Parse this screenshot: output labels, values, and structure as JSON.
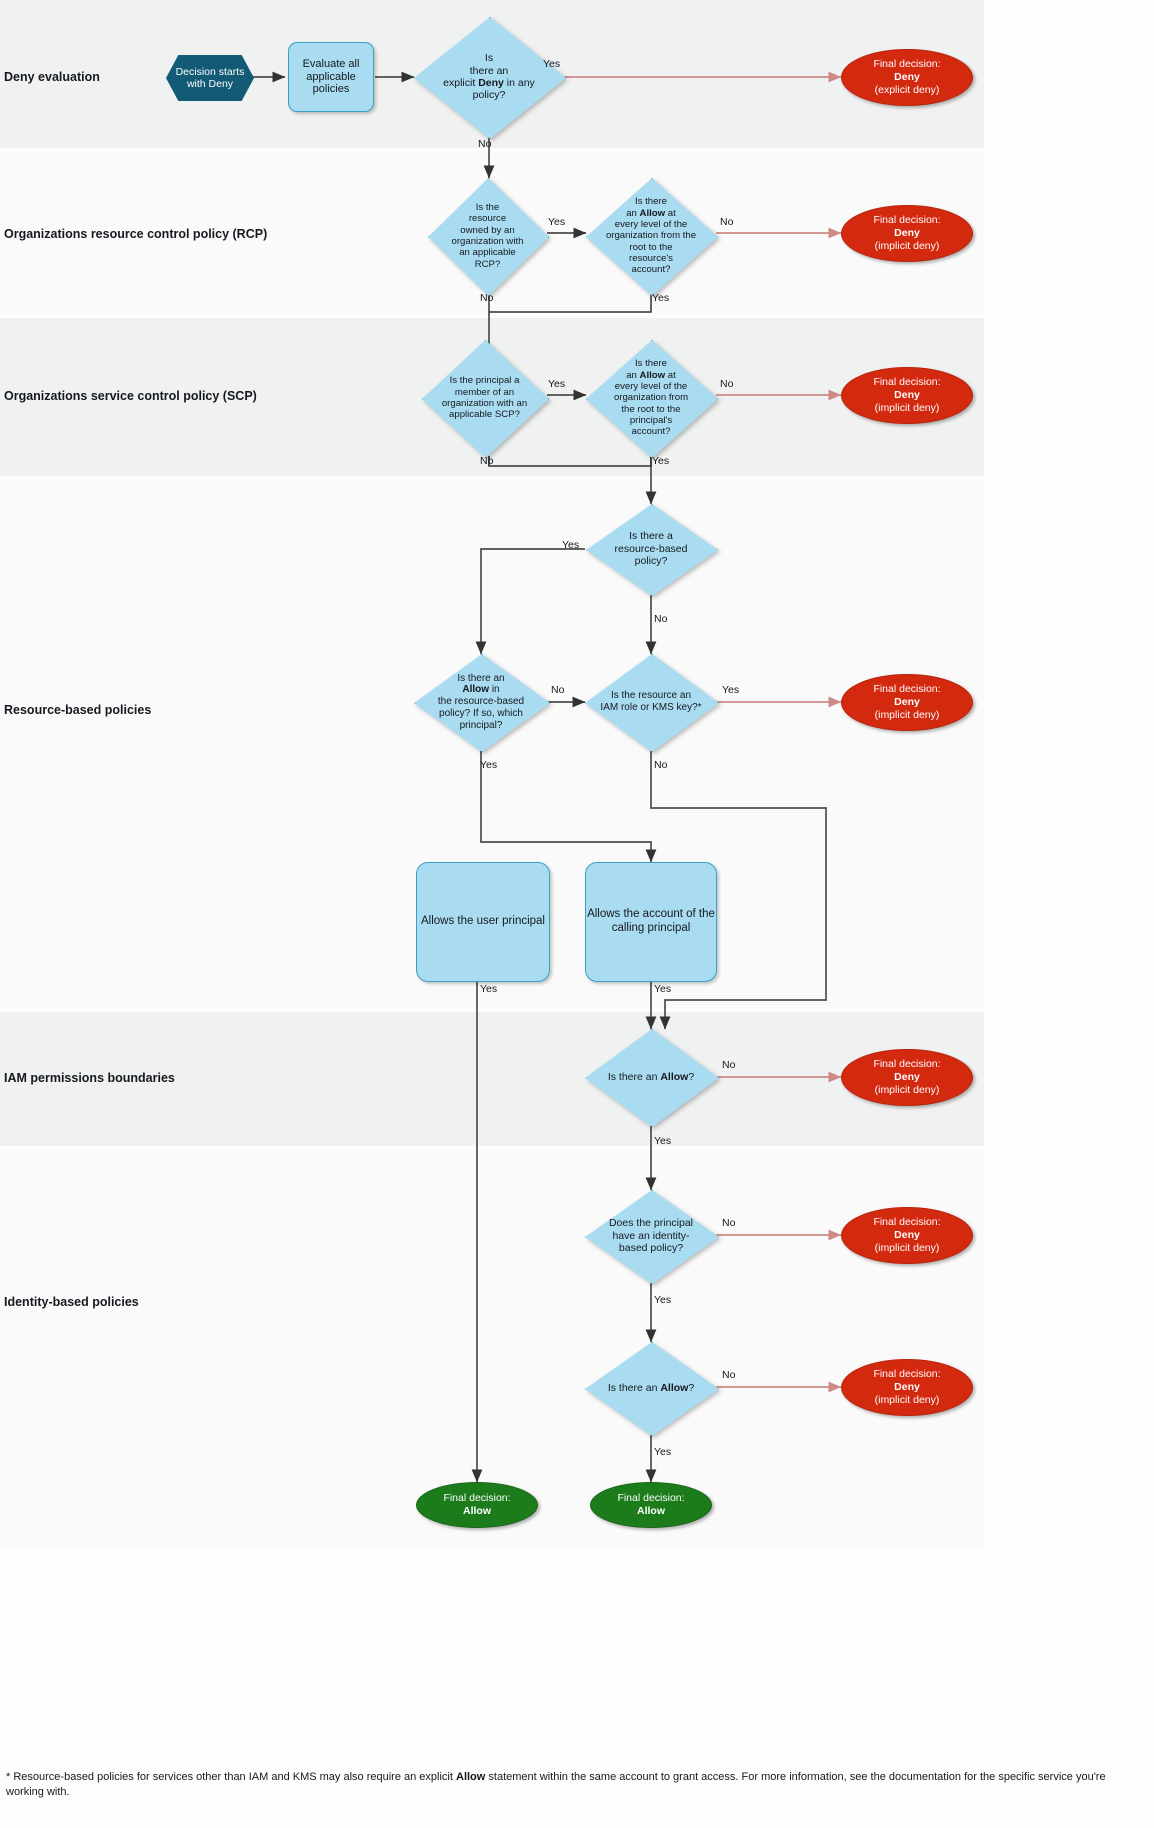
{
  "diagram": {
    "title": "AWS IAM policy evaluation logic flowchart",
    "colors": {
      "decision_fill": "#a9dcf0",
      "decision_stroke": "#3d9ec4",
      "start_fill": "#125a75",
      "deny_fill": "#d3290f",
      "allow_fill": "#1c7c1c",
      "band_grey": "#f0f1f1",
      "band_white": "#fafafa",
      "deny_edge": "#cc8b86",
      "edge": "#4d4d4d"
    },
    "lanes": [
      {
        "id": "deny-evaluation",
        "label": "Deny evaluation"
      },
      {
        "id": "rcp",
        "label": "Organizations resource control policy (RCP)"
      },
      {
        "id": "scp",
        "label": "Organizations service control policy (SCP)"
      },
      {
        "id": "resource-based",
        "label": "Resource-based policies"
      },
      {
        "id": "permissions-boundaries",
        "label": "IAM permissions boundaries"
      },
      {
        "id": "identity-based",
        "label": "Identity-based policies"
      }
    ],
    "nodes": {
      "start": {
        "line1": "Decision starts",
        "line2": "with Deny"
      },
      "evaluate": {
        "line1": "Evaluate all",
        "line2": "applicable",
        "line3": "policies"
      },
      "explicit_deny": {
        "l1": "Is",
        "l2": "there an",
        "l3a": "explicit ",
        "l3b": "Deny",
        "l3c": " in any",
        "l4": "policy?"
      },
      "rcp_owned": {
        "l1": "Is the",
        "l2": "resource",
        "l3": "owned by an",
        "l4": "organization with",
        "l5": "an applicable",
        "l6": "RCP?"
      },
      "rcp_allow": {
        "l1": "Is there",
        "l2a": "an ",
        "l2b": "Allow",
        "l2c": " at",
        "l3": "every level of the",
        "l4": "organization from the",
        "l5": "root to the",
        "l6": "resource's",
        "l7": "account?"
      },
      "scp_member": {
        "l1": "Is the principal a",
        "l2": "member of an",
        "l3": "organization with an",
        "l4": "applicable SCP?"
      },
      "scp_allow": {
        "l1": "Is there",
        "l2a": "an ",
        "l2b": "Allow",
        "l2c": " at",
        "l3": "every level of the",
        "l4": "organization from",
        "l5": "the root to the",
        "l6": "principal's",
        "l7": "account?"
      },
      "rbp_exists": {
        "l1": "Is there a",
        "l2": "resource-based",
        "l3": "policy?"
      },
      "rbp_allow": {
        "l1": "Is there an",
        "l2a": "Allow",
        "l2b": " in",
        "l3": "the resource-based",
        "l4": "policy? If so, which",
        "l5": "principal?"
      },
      "iam_or_kms": {
        "l1": "Is the resource an",
        "l2": "IAM role or KMS key?*"
      },
      "allows_user_principal": {
        "text": "Allows the user principal"
      },
      "allows_account": {
        "l1": "Allows the account of the",
        "l2": "calling principal"
      },
      "pb_allow": {
        "l1a": "Is there an ",
        "l1b": "Allow",
        "l1c": "?"
      },
      "idp_has_policy": {
        "l1": "Does the principal",
        "l2": "have an identity-",
        "l3": "based policy?"
      },
      "idp_allow": {
        "l1a": "Is there an ",
        "l1b": "Allow",
        "l1c": "?"
      }
    },
    "terminals": {
      "deny_explicit": {
        "l1": "Final decision:",
        "l2": "Deny",
        "l3": "(explicit deny)"
      },
      "deny_implicit": {
        "l1": "Final decision:",
        "l2": "Deny",
        "l3": "(implicit deny)"
      },
      "allow": {
        "l1": "Final decision:",
        "l2": "Allow"
      }
    },
    "edge_labels": {
      "yes": "Yes",
      "no": "No"
    },
    "footnote": {
      "part1": "* Resource-based policies for services other than IAM and KMS may also require an explicit ",
      "bold": "Allow",
      "part2": " statement within the same account to grant access. For more information, see the documentation for the specific service you're working with."
    }
  }
}
